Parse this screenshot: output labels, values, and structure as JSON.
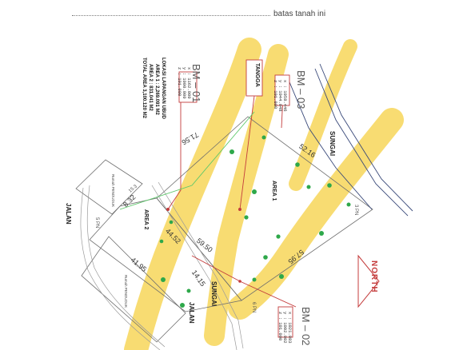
{
  "header": {
    "boundary_note": "batas tanah ini"
  },
  "benchmarks": [
    {
      "id": "bm01",
      "label": "BM – 01",
      "readings": [
        "x : 1162.000",
        "y : 1000.000",
        "z : 101.000"
      ]
    },
    {
      "id": "bm02",
      "label": "BM – 02",
      "readings": [
        "x : 1021.083",
        "y : 1002.002",
        "z : 101.000"
      ]
    },
    {
      "id": "bm03",
      "label": "BM – 03",
      "readings": [
        "x : 1058.446",
        "y : 1044.048",
        "z : 101.000"
      ]
    }
  ],
  "location": {
    "lines": [
      "LOKASI LAPANGAN UBUD",
      "AREA 1 : 2,269.091 M2",
      "AREA 2 : 831.041 M2",
      "TOTAL AREA 3,100.120 M2"
    ]
  },
  "features": {
    "tangga": "TANGGA",
    "area1": "AREA 1",
    "area2": "AREA 2",
    "sungai_top": "SUNGAI",
    "sungai_bottom": "SUNGAI",
    "jalan_left": "JALAN",
    "jalan_bottom": "JALAN",
    "parcel_upper": "Rumah PENDUDUK",
    "parcel_lower": "Rumah PENDUDUK"
  },
  "dimensions": {
    "top_left": "71.56",
    "top_right": "52.16",
    "mid_diag": "59.50",
    "area2_left": "44.52",
    "bottom_right": "57.95",
    "area2_bottom": "41.95",
    "area2_right": "14.15",
    "small_left": "8.32"
  },
  "markers": {
    "p1": "15.3",
    "p2": "5 PN",
    "p3": "3 PN",
    "p4": "6 PN"
  },
  "north": {
    "label": "NORTH",
    "color": "#c43c3c"
  },
  "colors": {
    "highlight": "#f6d24a",
    "boundary": "#6e6e6e",
    "river": "#3a4a7a",
    "tree": "#2ea84a",
    "leader": "#c43c3c"
  }
}
